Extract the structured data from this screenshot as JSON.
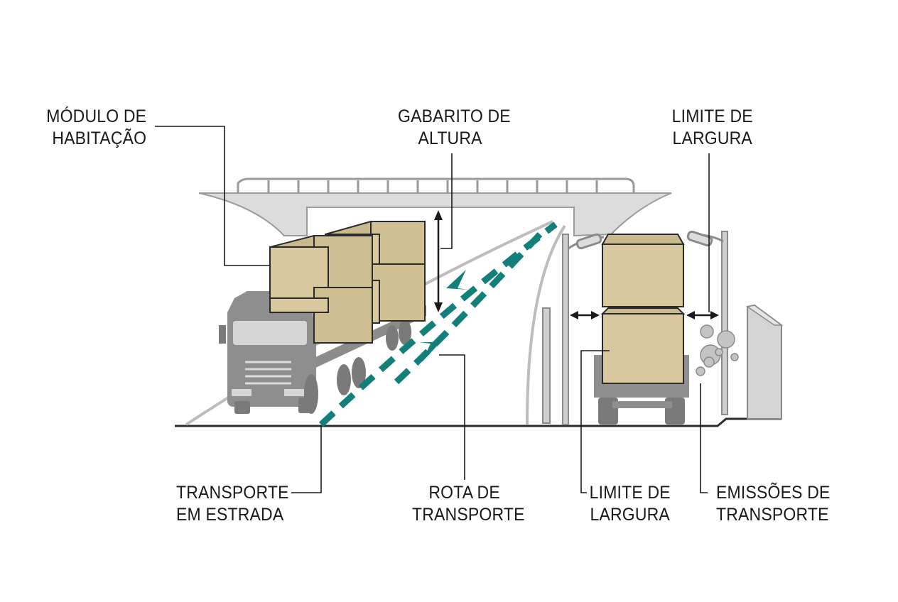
{
  "labels": {
    "housing_module": {
      "line1": "MÓDULO DE",
      "line2": "HABITAÇÃO"
    },
    "height_clearance": {
      "line1": "GABARITO DE",
      "line2": "ALTURA"
    },
    "width_limit_top": {
      "line1": "LIMITE DE",
      "line2": "LARGURA"
    },
    "road_transport": {
      "line1": "TRANSPORTE",
      "line2": "EM ESTRADA"
    },
    "transport_route": {
      "line1": "ROTA DE",
      "line2": "TRANSPORTE"
    },
    "width_limit_bottom": {
      "line1": "LIMITE DE",
      "line2": "LARGURA"
    },
    "transport_emissions": {
      "line1": "EMISSÕES DE",
      "line2": "TRANSPORTE"
    }
  },
  "colors": {
    "route": "#137f7b",
    "module": "#d8c79f",
    "module_edge": "#2b2b2b",
    "truck": "#8e8e8e",
    "bridge": "#d9d9d9",
    "leader": "#1a1a1a"
  },
  "icons": [
    "bridge-icon",
    "truck-icon",
    "housing-module-icon",
    "route-arrow-icon",
    "emissions-icon",
    "street-light-icon"
  ]
}
